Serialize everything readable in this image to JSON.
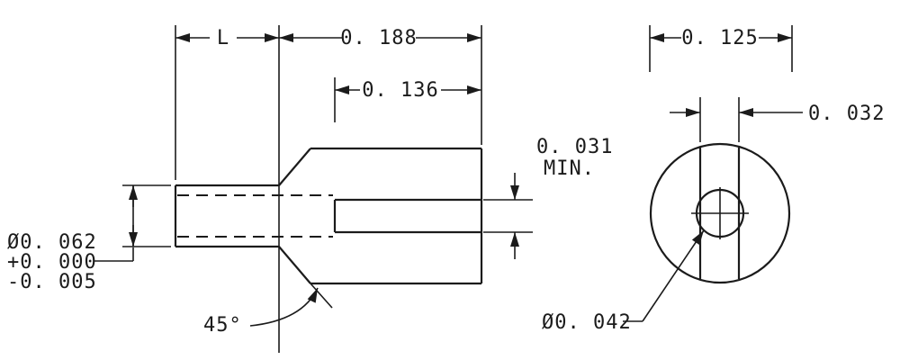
{
  "drawing": {
    "colors": {
      "ink": "#1b1b1b",
      "background": "#ffffff"
    },
    "side_view": {
      "shaft_length_label": "L",
      "body_length": "0. 188",
      "slot_length": "0. 136",
      "slot_width_min": "0. 031",
      "slot_width_min_suffix": "MIN.",
      "shaft_diameter": "Ø0. 062",
      "shaft_tol_upper": "+0. 000",
      "shaft_tol_lower": "-0. 005",
      "chamfer_angle": "45°"
    },
    "end_view": {
      "outer_diameter": "0. 125",
      "slot_width": "0. 032",
      "hole_diameter": "Ø0. 042"
    }
  }
}
